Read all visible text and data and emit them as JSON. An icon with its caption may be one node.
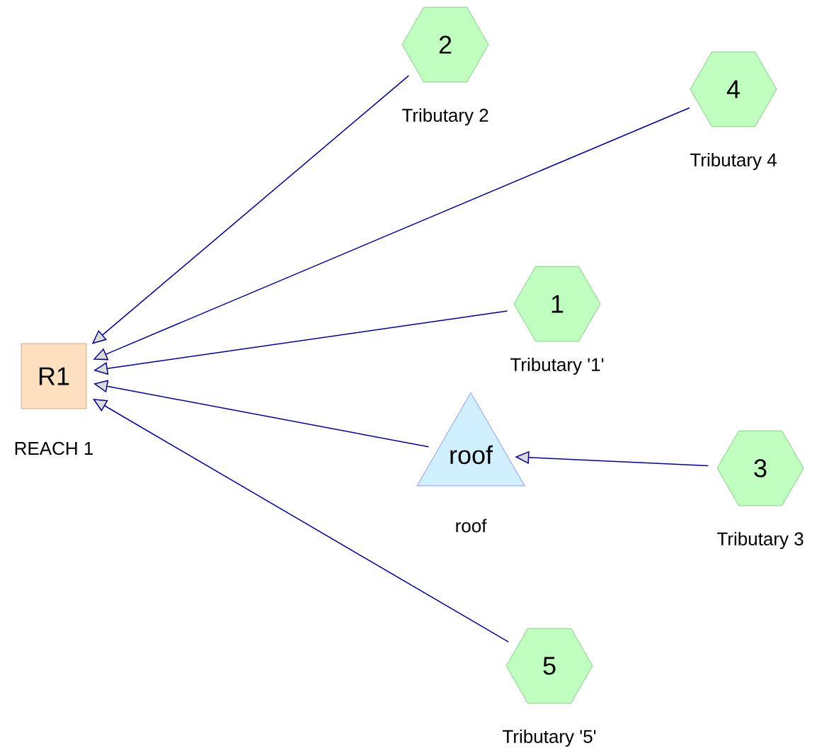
{
  "diagram": {
    "nodes": [
      {
        "text": [
          "2"
        ],
        "beside": [
          "Tributary 2"
        ]
      },
      {
        "text": [
          "4"
        ],
        "beside": [
          "Tributary 4"
        ]
      },
      {
        "text": [
          "R1"
        ],
        "beside": [
          "REACH 1"
        ]
      },
      {
        "text": [
          "1"
        ],
        "beside": [
          "Tributary '1'"
        ]
      },
      {
        "text": [
          "roof"
        ],
        "beside": [
          "roof"
        ]
      },
      {
        "text": [
          "3"
        ],
        "beside": [
          "Tributary 3"
        ]
      },
      {
        "text": [
          "5"
        ],
        "beside": [
          "Tributary '5'"
        ]
      }
    ],
    "edges": [
      {
        "from": 0,
        "to": 2,
        "arrow": "to"
      },
      {
        "from": 1,
        "to": 2,
        "arrow": "to"
      },
      {
        "from": 3,
        "to": 2,
        "arrow": "to"
      },
      {
        "from": 4,
        "to": 2,
        "arrow": "to"
      },
      {
        "from": 6,
        "to": 2,
        "arrow": "to"
      },
      {
        "from": 5,
        "to": 4,
        "arrow": "to"
      }
    ]
  }
}
